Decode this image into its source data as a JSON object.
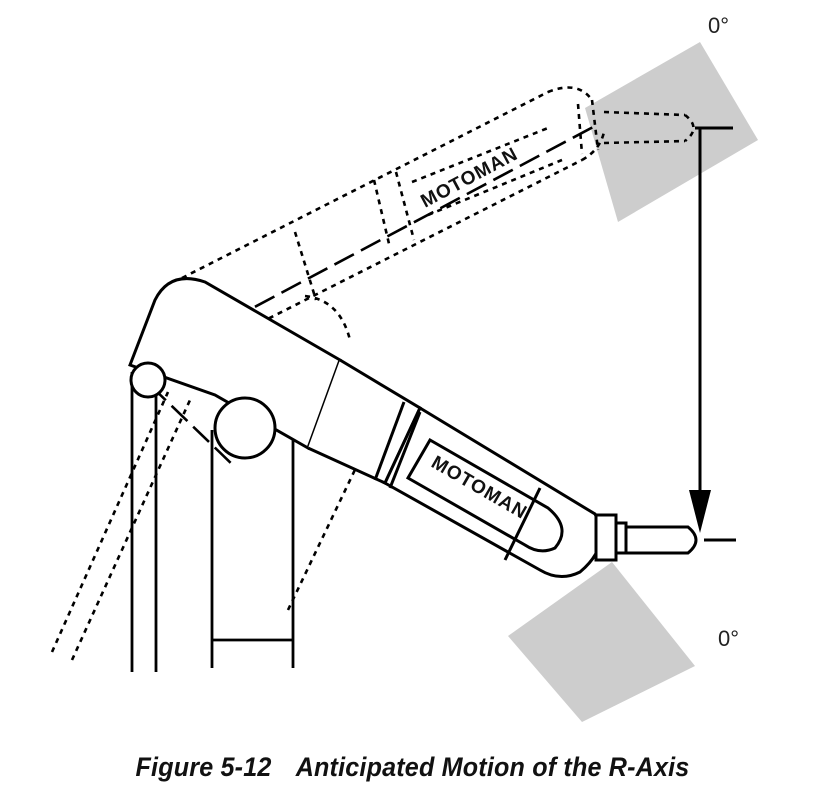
{
  "figure": {
    "number": "Figure 5-12",
    "title": "Anticipated Motion of the R-Axis"
  },
  "labels": {
    "angle_top": "0°",
    "angle_bottom": "0°",
    "brand_upper": "MOTOMAN",
    "brand_lower": "MOTOMAN"
  },
  "colors": {
    "line": "#000000",
    "workpiece_fill": "#cdcdcd",
    "background": "#ffffff"
  }
}
